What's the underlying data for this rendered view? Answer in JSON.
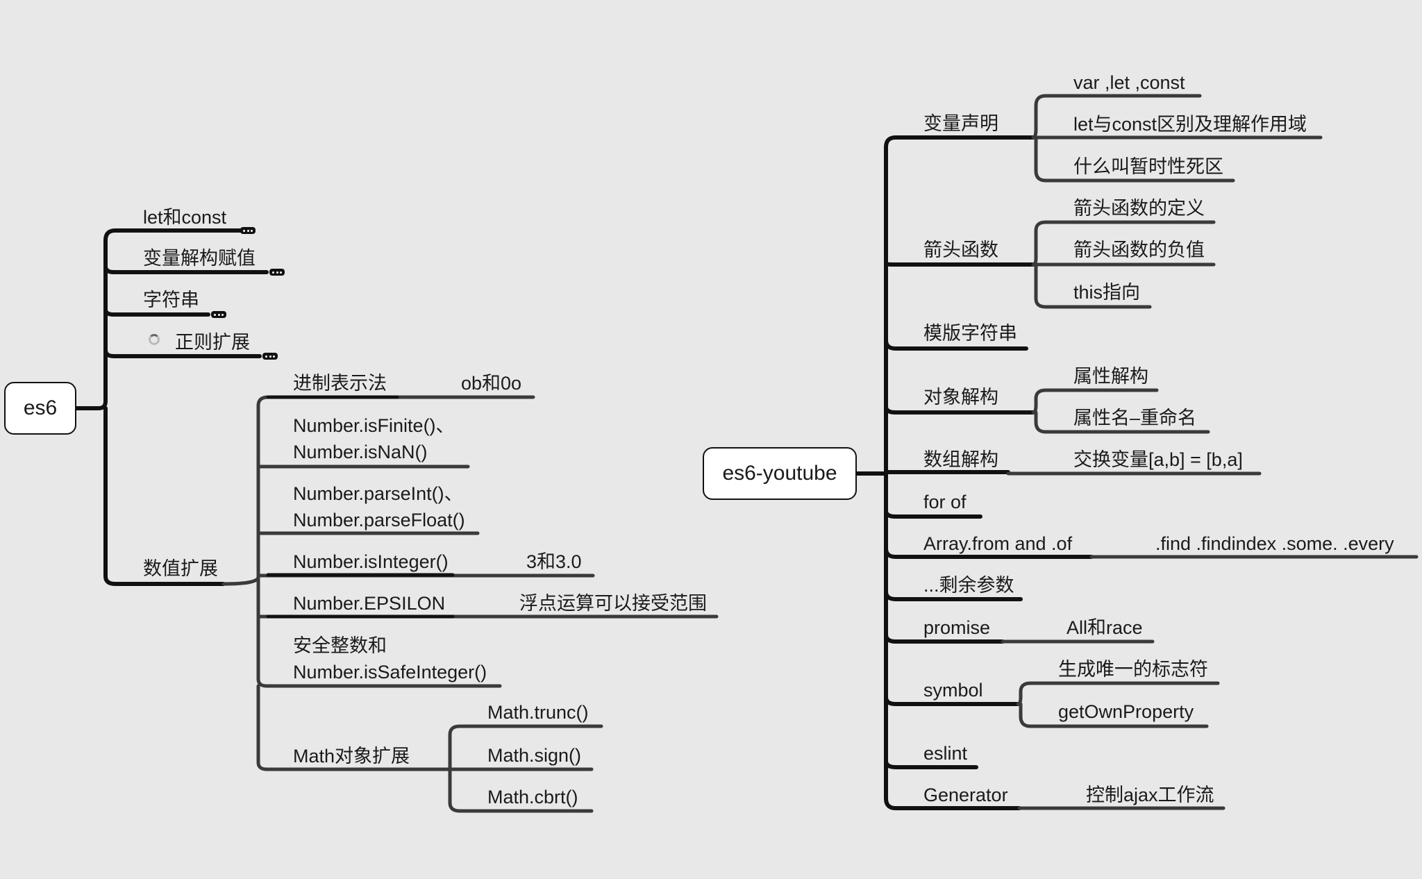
{
  "left": {
    "root": "es6",
    "branches": {
      "let_const": "let和const",
      "destructuring": "变量解构赋值",
      "string": "字符串",
      "regex": "正则扩展",
      "number": "数值扩展"
    },
    "number_children": {
      "radix": "进制表示法",
      "radix_note": "ob和0o",
      "isfinite_1": "Number.isFinite()、",
      "isfinite_2": "Number.isNaN()",
      "parseint_1": "Number.parseInt()、",
      "parseint_2": "Number.parseFloat()",
      "isinteger": "Number.isInteger()",
      "isinteger_note": "3和3.0",
      "epsilon": "Number.EPSILON",
      "epsilon_note": "浮点运算可以接受范围",
      "safe_1": "安全整数和",
      "safe_2": "Number.isSafeInteger()",
      "math": "Math对象扩展"
    },
    "math_children": {
      "trunc": "Math.trunc()",
      "sign": "Math.sign()",
      "cbrt": "Math.cbrt()"
    }
  },
  "right": {
    "root": "es6-youtube",
    "branches": {
      "var_decl": "变量声明",
      "arrow": "箭头函数",
      "template": "模版字符串",
      "obj_destr": "对象解构",
      "arr_destr": "数组解构",
      "forof": "for of",
      "arrayfrom": "Array.from and .of",
      "rest": "...剩余参数",
      "promise": "promise",
      "symbol": "symbol",
      "eslint": "eslint",
      "generator": "Generator"
    },
    "leaves": {
      "var_let_const": "var ,let ,const",
      "let_const_diff": "let与const区别及理解作用域",
      "tdz": "什么叫暂时性死区",
      "arrow_def": "箭头函数的定义",
      "arrow_assign": "箭头函数的负值",
      "this_point": "this指向",
      "prop_destr": "属性解构",
      "prop_rename": "属性名–重命名",
      "swap": "交换变量[a,b] = [b,a]",
      "find_methods": ".find .findindex .some.   .every",
      "all_race": "All和race",
      "unique_id": "生成唯一的标志符",
      "own_property": "getOwnProperty",
      "ajax_flow": "控制ajax工作流"
    }
  }
}
